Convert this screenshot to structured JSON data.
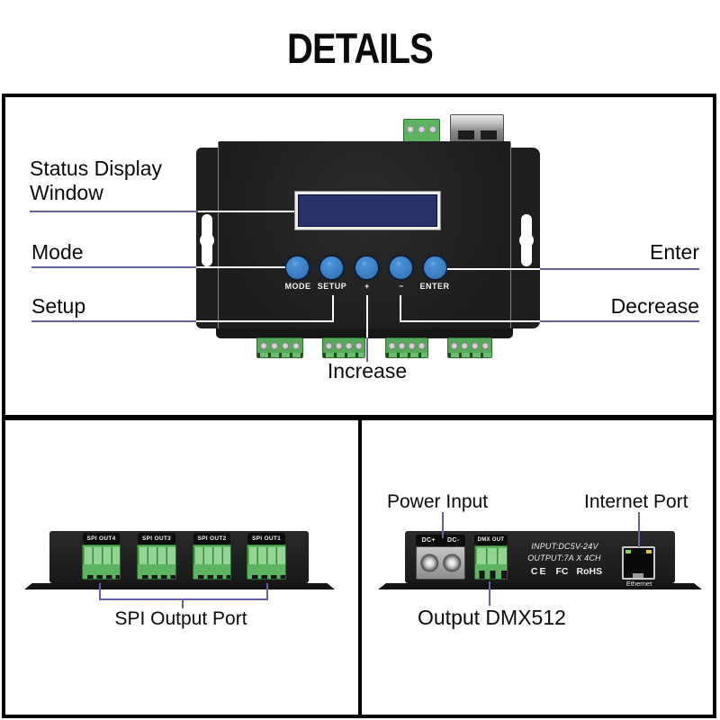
{
  "title": "DETAILS",
  "front_view": {
    "labels": {
      "status_display_line1": "Status Display",
      "status_display_line2": "Window",
      "mode": "Mode",
      "setup": "Setup",
      "increase": "Increase",
      "enter": "Enter",
      "decrease": "Decrease"
    },
    "buttons": [
      "MODE",
      "SETUP",
      "+",
      "−",
      "ENTER"
    ]
  },
  "spi_view": {
    "ports": [
      "SPI OUT4",
      "SPI OUT3",
      "SPI OUT2",
      "SPI OUT1"
    ],
    "caption": "SPI Output Port"
  },
  "io_view": {
    "labels": {
      "power_input": "Power Input",
      "internet_port": "Internet Port",
      "output_dmx": "Output DMX512"
    },
    "dc_plus": "DC+",
    "dc_minus": "DC-",
    "dmx_out": "DMX OUT",
    "spec_line1": "INPUT:DC5V-24V",
    "spec_line2": "OUTPUT:7A X 4CH",
    "certs": [
      "CE",
      "FC",
      "RoHS"
    ],
    "ethernet_label": "Ethernet"
  },
  "colors": {
    "annotation_line": "#62629e",
    "button_blue": "#4a8fd6",
    "connector_green": "#5eb360",
    "lcd_navy": "#28316a"
  }
}
